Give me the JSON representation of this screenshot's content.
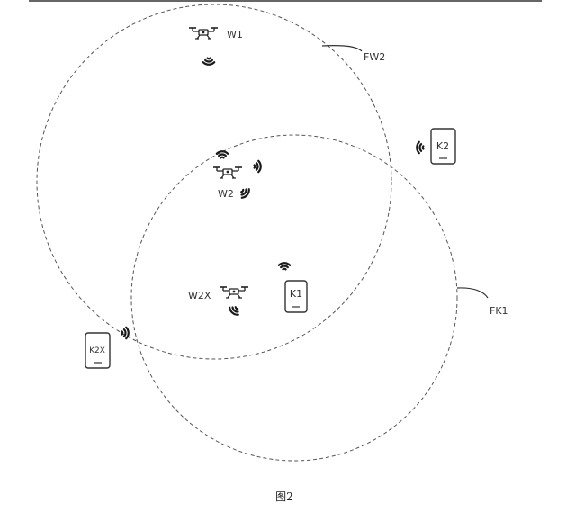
{
  "diagram": {
    "zones": {
      "fw2": "FW2",
      "fk1": "FK1"
    },
    "drones": {
      "w1": "W1",
      "w2": "W2",
      "w2x": "W2X"
    },
    "terminals": {
      "k1": "K1",
      "k2": "K2",
      "k2x": "K2X"
    },
    "caption": "图2"
  },
  "icons": [
    "drone-icon",
    "wifi-signal-icon",
    "tablet-icon"
  ],
  "colors": {
    "line": "#333333",
    "signal": "#1a1a1a",
    "background": "#ffffff"
  }
}
